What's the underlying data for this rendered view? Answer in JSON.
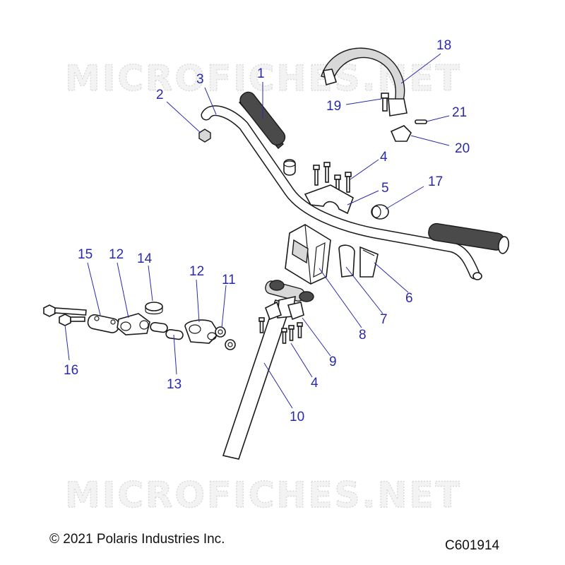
{
  "watermarks": [
    "MICROFICHES.NET",
    "MICROFICHES.NET"
  ],
  "callouts": [
    {
      "id": "1",
      "label": "1"
    },
    {
      "id": "2",
      "label": "2"
    },
    {
      "id": "3",
      "label": "3"
    },
    {
      "id": "4a",
      "label": "4"
    },
    {
      "id": "4b",
      "label": "4"
    },
    {
      "id": "5",
      "label": "5"
    },
    {
      "id": "6",
      "label": "6"
    },
    {
      "id": "7",
      "label": "7"
    },
    {
      "id": "8",
      "label": "8"
    },
    {
      "id": "9",
      "label": "9"
    },
    {
      "id": "10",
      "label": "10"
    },
    {
      "id": "11",
      "label": "11"
    },
    {
      "id": "12a",
      "label": "12"
    },
    {
      "id": "12b",
      "label": "12"
    },
    {
      "id": "13",
      "label": "13"
    },
    {
      "id": "14",
      "label": "14"
    },
    {
      "id": "15",
      "label": "15"
    },
    {
      "id": "16",
      "label": "16"
    },
    {
      "id": "17",
      "label": "17"
    },
    {
      "id": "18",
      "label": "18"
    },
    {
      "id": "19",
      "label": "19"
    },
    {
      "id": "20",
      "label": "20"
    },
    {
      "id": "21",
      "label": "21"
    }
  ],
  "footer": {
    "copyright": "© 2021 Polaris Industries Inc.",
    "diagram_code": "C601914"
  }
}
